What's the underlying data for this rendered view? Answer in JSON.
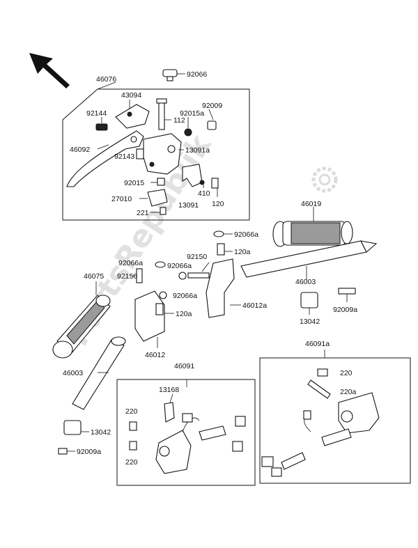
{
  "watermark": "PartsRepublik",
  "labels": {
    "l46076": "46076",
    "l92066": "92066",
    "l43094": "43094",
    "l92009": "92009",
    "l92144": "92144",
    "l92015a": "92015a",
    "l112": "112",
    "l46092": "46092",
    "l92143": "92143",
    "l13091a": "13091a",
    "l92015": "92015",
    "l410": "410",
    "l27010": "27010",
    "l13091": "13091",
    "l120": "120",
    "l221": "221",
    "l46019": "46019",
    "l92066a_1": "92066a",
    "l92150_1": "92150",
    "l120a_1": "120a",
    "l92066a_2": "92066a",
    "l92066a_3": "92066a",
    "l92150_2": "92150",
    "l46075": "46075",
    "l92066a_4": "92066a",
    "l46003_1": "46003",
    "l46012a": "46012a",
    "l120a_2": "120a",
    "l13042_1": "13042",
    "l92009a_1": "92009a",
    "l46012": "46012",
    "l46091a": "46091a",
    "l46003_2": "46003",
    "l46091": "46091",
    "l220_1": "220",
    "l220a": "220a",
    "l13168": "13168",
    "l220_2": "220",
    "l13042_2": "13042",
    "l92009a_2": "92009a",
    "l220_3": "220"
  }
}
